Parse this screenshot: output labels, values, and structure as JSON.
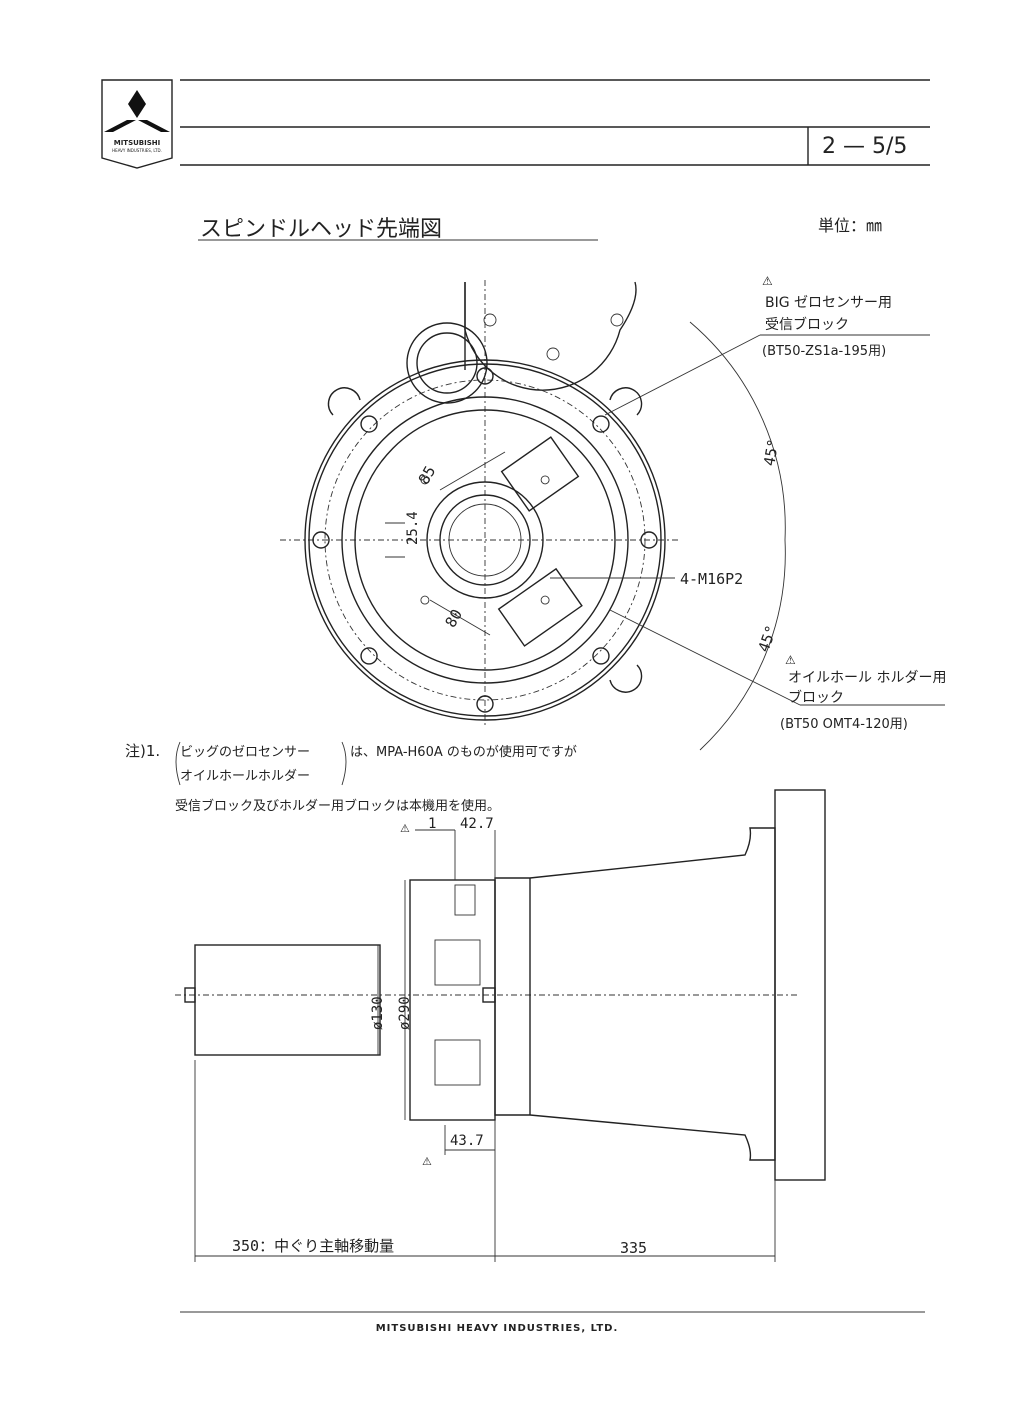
{
  "header": {
    "logo_text": "MITSUBISHI",
    "logo_subtext": "HEAVY INDUSTRIES, LTD.",
    "page_number": "2 — 5/5"
  },
  "title": "スピンドルヘッド先端図",
  "unit": "単位：㎜",
  "callouts": {
    "sensor_block": {
      "mark": "⚠",
      "line1": "BIG ゼロセンサー用",
      "line2": "受信ブロック",
      "model": "(BT50-ZS1a-195用)"
    },
    "holder_block": {
      "mark": "⚠",
      "line1": "オイルホール ホルダー用",
      "line2": "ブロック",
      "model": "(BT50 OMT4-120用)"
    }
  },
  "dimensions": {
    "angle_top": "45°",
    "angle_bottom": "45°",
    "d85": "85",
    "d80": "80",
    "d25_4": "25.4",
    "thread": "4-M16P2",
    "d1": "1",
    "d42_7": "42.7",
    "dia130": "ø130",
    "dia290": "ø290",
    "d43_7": "43.7",
    "travel": "350：中ぐり主軸移動量",
    "d335": "335"
  },
  "note": {
    "prefix": "注)1.",
    "item_a": "ビッグのゼロセンサー",
    "item_b": "オイルホールホルダー",
    "line1_rest": "は、MPA-H60A のものが使用可ですが",
    "line2": "受信ブロック及びホルダー用ブロックは本機用を使用。"
  },
  "footer": "MITSUBISHI HEAVY INDUSTRIES, LTD."
}
